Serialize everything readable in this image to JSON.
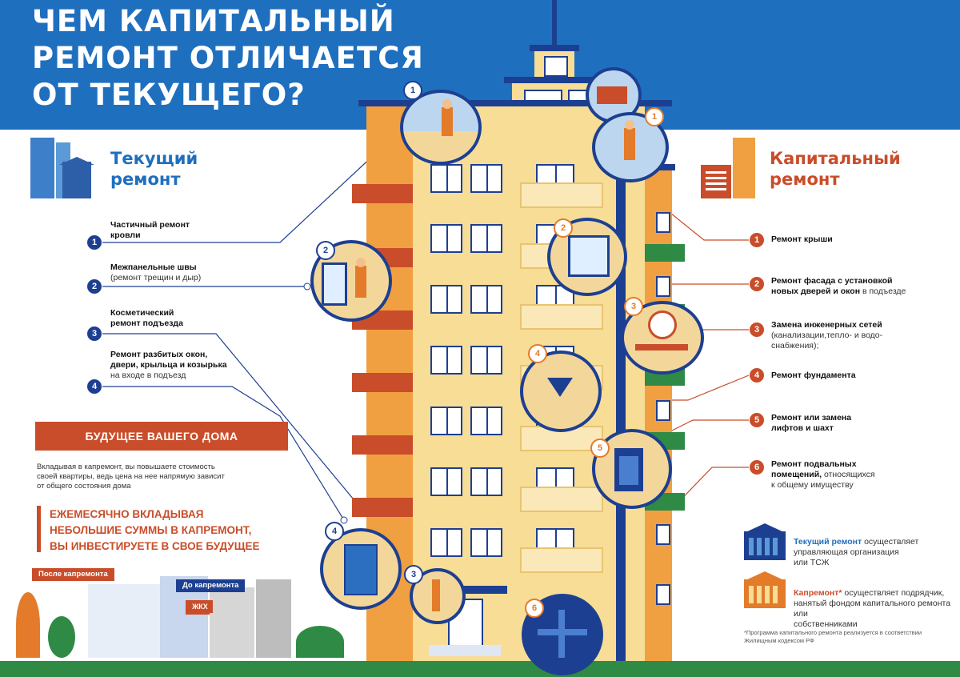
{
  "title": "ЧЕМ КАПИТАЛЬНЫЙ\nРЕМОНТ ОТЛИЧАЕТСЯ\nОТ ТЕКУЩЕГО?",
  "current": {
    "heading": "Текущий\nремонт",
    "items": [
      {
        "num": "1",
        "bold": "Частичный ремонт\nкровли",
        "normal": ""
      },
      {
        "num": "2",
        "bold": "Межпанельные швы",
        "normal": "(ремонт трещин и дыр)"
      },
      {
        "num": "3",
        "bold": "Косметический\nремонт подъезда",
        "normal": ""
      },
      {
        "num": "4",
        "bold": "Ремонт разбитых окон,\nдвери, крыльца и козырька",
        "normal": "на входе в подъезд"
      }
    ]
  },
  "capital": {
    "heading": "Капитальный\nремонт",
    "items": [
      {
        "num": "1",
        "bold": "Ремонт крыши",
        "normal": ""
      },
      {
        "num": "2",
        "bold": "Ремонт фасада с установкой\nновых дверей и окон",
        "normal": "в подъезде"
      },
      {
        "num": "3",
        "bold": "Замена инженерных сетей",
        "normal": "(канализации,тепло- и водо-\nснабжения);"
      },
      {
        "num": "4",
        "bold": "Ремонт фундамента",
        "normal": ""
      },
      {
        "num": "5",
        "bold": "Ремонт или замена\nлифтов и шахт",
        "normal": ""
      },
      {
        "num": "6",
        "bold": "Ремонт подвальных\nпомещений,",
        "normal": "относящихся\nк общему имуществу"
      }
    ]
  },
  "future": {
    "banner": "БУДУЩЕЕ ВАШЕГО ДОМА",
    "text": "Вкладывая в капремонт, вы повышаете стоимость\nсвоей квартиры, ведь цена на нее напрямую зависит\nот общего состояния дома",
    "slogan": "ЕЖЕМЕСЯЧНО ВКЛАДЫВАЯ\nНЕБОЛЬШИЕ СУММЫ В КАПРЕМОНТ,\nВЫ ИНВЕСТИРУЕТЕ В СВОЕ БУДУЩЕЕ",
    "after_label": "После капремонта",
    "before_label": "До капремонта",
    "sign": "ЖКХ"
  },
  "legend": {
    "current_bold": "Текущий ремонт",
    "current_text": " осуществляет\nуправляющая организация\nили ТСЖ",
    "capital_bold": "Капремонт*",
    "capital_text": " осуществляет подрядчик,\nнанятый фондом капитального ремонта или\nсобственниками"
  },
  "footnote": "*Программа капитального ремонта реализуется в соответствии\nЖилищным кодексом РФ",
  "colors": {
    "blue": "#1f6fbf",
    "navy": "#1d3f91",
    "orange": "#e37b2a",
    "red": "#c94d2a",
    "facade": "#f7dd96",
    "side": "#f0a040"
  }
}
